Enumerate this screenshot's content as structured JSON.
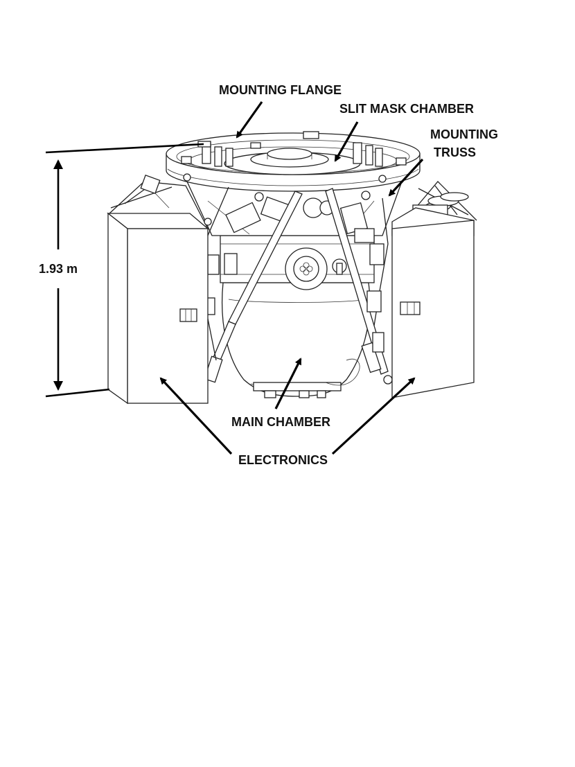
{
  "labels": {
    "mounting_flange": "MOUNTING FLANGE",
    "slit_mask_chamber": "SLIT MASK CHAMBER",
    "mounting_truss_line1": "MOUNTING",
    "mounting_truss_line2": "TRUSS",
    "height_dimension": "1.93 m",
    "main_chamber": "MAIN CHAMBER",
    "electronics": "ELECTRONICS"
  },
  "colors": {
    "ink": "#222222",
    "background": "#ffffff"
  }
}
